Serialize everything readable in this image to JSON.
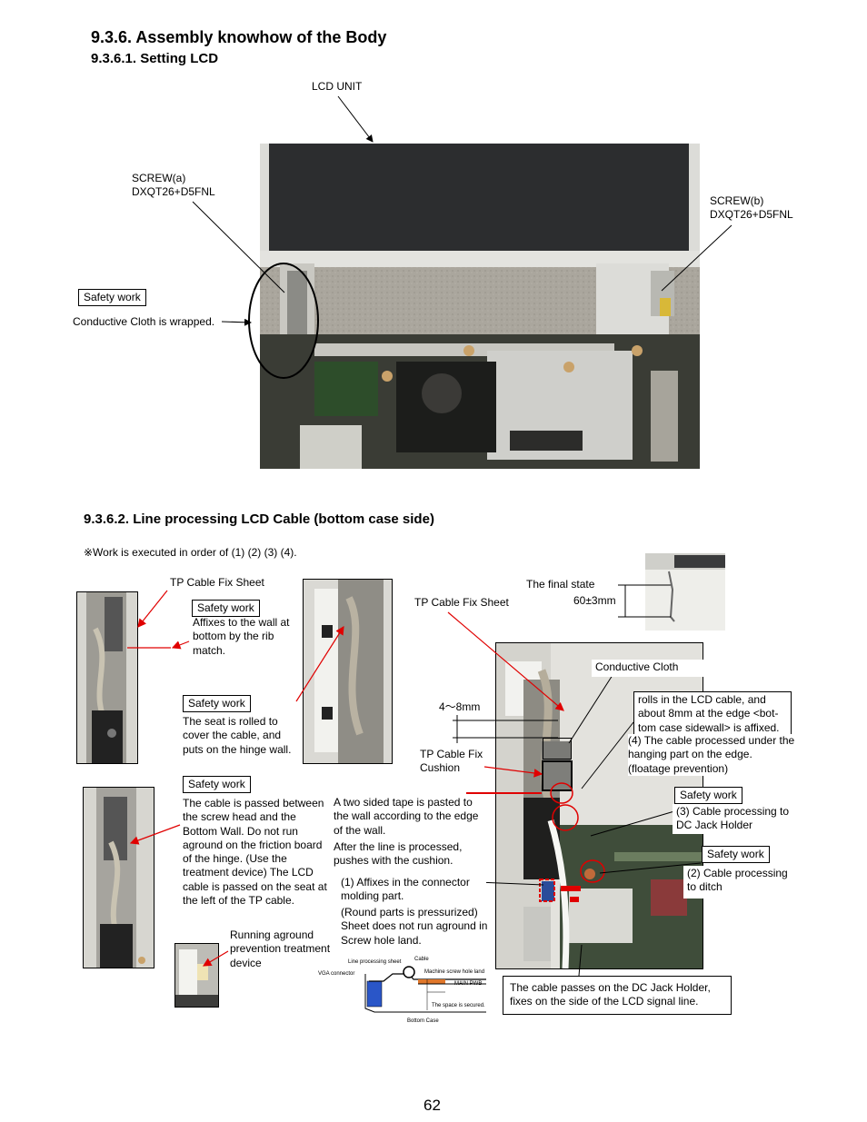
{
  "heading": "9.3.6. Assembly knowhow of the Body",
  "section1": {
    "title": "9.3.6.1. Setting LCD",
    "lcd_unit": "LCD UNIT",
    "screw_a": [
      "SCREW(a)",
      "DXQT26+D5FNL"
    ],
    "screw_b": [
      "SCREW(b)",
      "DXQT26+D5FNL"
    ],
    "safety_work": "Safety work",
    "conductive_cloth_wrapped": "Conductive Cloth is wrapped."
  },
  "section2": {
    "title": "9.3.6.2. Line processing LCD Cable (bottom case side)",
    "order_note": "※Work is executed in order of (1) (2) (3) (4).",
    "tp_cable_fix_sheet_left": "TP Cable Fix Sheet",
    "safety_work_1": "Safety work",
    "affixes_wall": "Affixes to the wall at bottom by the rib match.",
    "safety_work_2": "Safety work",
    "seat_rolled": "The seat is rolled to cover the cable, and puts on the hinge wall.",
    "safety_work_3": "Safety work",
    "cable_passed": "The cable is passed between the screw head and the Bottom Wall. Do not run aground on the friction board of the hinge. (Use the treatment device) The LCD cable is passed on the seat at the left of the TP cable.",
    "running_aground": "Running aground prevention treatment device",
    "tp_cable_fix_sheet_center": "TP Cable Fix Sheet",
    "final_state": "The final state",
    "dim_60": "60±3mm",
    "conductive_cloth": "Conductive Cloth",
    "rolls_in": "rolls in the LCD cable, and about 8mm at the edge <bot-tom case sidewall> is affixed.",
    "step4": "(4) The cable processed under the hanging part on the edge. (floatage prevention)",
    "dim_4_8": "4～8mm",
    "tp_cable_fix_cushion": "TP Cable Fix Cushion",
    "two_sided_tape": "A two sided tape is pasted to the wall according to the edge of the wall.",
    "after_line": "After the line is processed, pushes with the cushion.",
    "step1": "(1) Affixes in the connector molding part.",
    "round_parts": "(Round parts is pressurized) Sheet does not run aground in Screw hole land.",
    "safety_work_4": "Safety work",
    "step3": "(3) Cable processing to DC Jack Holder",
    "safety_work_5": "Safety work",
    "step2": "(2) Cable processing to ditch",
    "dc_jack_note": "The cable passes on the DC Jack Holder, fixes on the side of the LCD signal line.",
    "diagram": {
      "line_processing_sheet": "Line processing sheet",
      "cable": "Cable",
      "machine_screw": "Machine screw hole land",
      "vga_connector": "VGA connector",
      "main_pwb": "MAIN PWB",
      "space_secured": "The space is secured.",
      "bottom_case": "Bottom Case"
    }
  },
  "page_number": "62"
}
